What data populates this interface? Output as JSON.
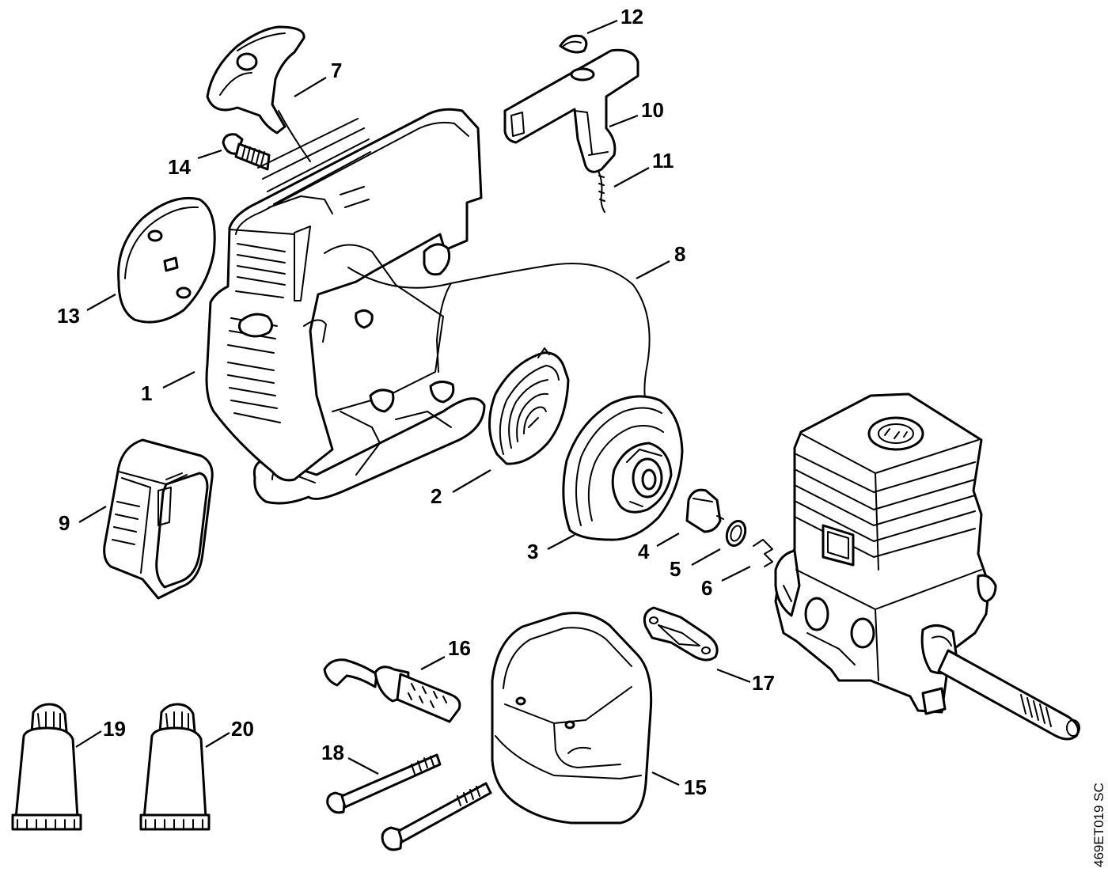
{
  "diagram": {
    "drawing_code": "469ET019 SC",
    "callouts": [
      {
        "id": "1",
        "label": "1"
      },
      {
        "id": "2",
        "label": "2"
      },
      {
        "id": "3",
        "label": "3"
      },
      {
        "id": "4",
        "label": "4"
      },
      {
        "id": "5",
        "label": "5"
      },
      {
        "id": "6",
        "label": "6"
      },
      {
        "id": "7",
        "label": "7"
      },
      {
        "id": "8",
        "label": "8"
      },
      {
        "id": "9",
        "label": "9"
      },
      {
        "id": "10",
        "label": "10"
      },
      {
        "id": "11",
        "label": "11"
      },
      {
        "id": "12",
        "label": "12"
      },
      {
        "id": "13",
        "label": "13"
      },
      {
        "id": "14",
        "label": "14"
      },
      {
        "id": "15",
        "label": "15"
      },
      {
        "id": "16",
        "label": "16"
      },
      {
        "id": "17",
        "label": "17"
      },
      {
        "id": "18",
        "label": "18"
      },
      {
        "id": "19",
        "label": "19"
      },
      {
        "id": "20",
        "label": "20"
      }
    ]
  }
}
